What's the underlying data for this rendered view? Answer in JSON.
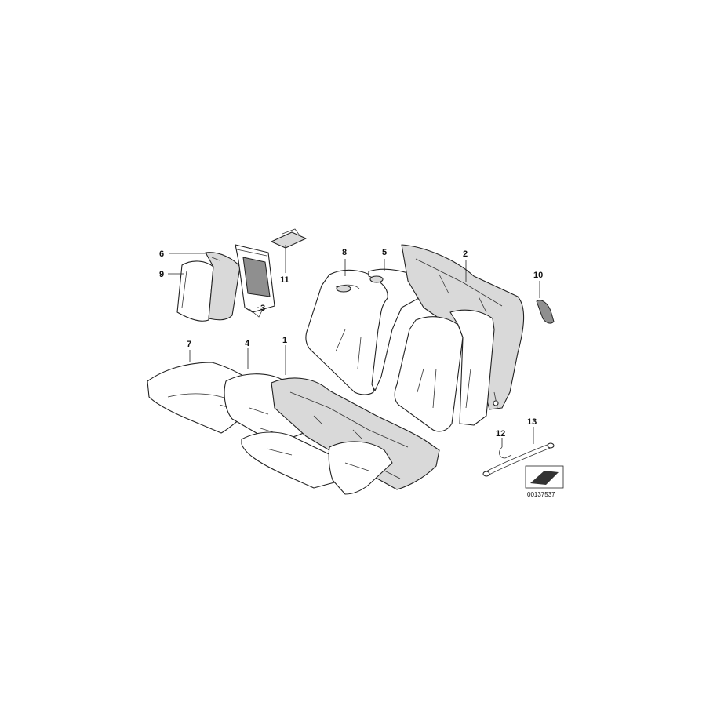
{
  "diagram": {
    "callouts": [
      {
        "id": "c1",
        "label": "1"
      },
      {
        "id": "c2",
        "label": "2"
      },
      {
        "id": "c3",
        "label": "3"
      },
      {
        "id": "c4",
        "label": "4"
      },
      {
        "id": "c5",
        "label": "5"
      },
      {
        "id": "c6",
        "label": "6"
      },
      {
        "id": "c7",
        "label": "7"
      },
      {
        "id": "c8",
        "label": "8"
      },
      {
        "id": "c9",
        "label": "9"
      },
      {
        "id": "c10",
        "label": "10"
      },
      {
        "id": "c11",
        "label": "11"
      },
      {
        "id": "c12",
        "label": "12"
      },
      {
        "id": "c13",
        "label": "13"
      }
    ],
    "diagram_id": "00137537",
    "colors": {
      "line": "#222222",
      "shade": "#d9d9d9",
      "dark": "#8f8f8f",
      "background": "#ffffff"
    }
  }
}
